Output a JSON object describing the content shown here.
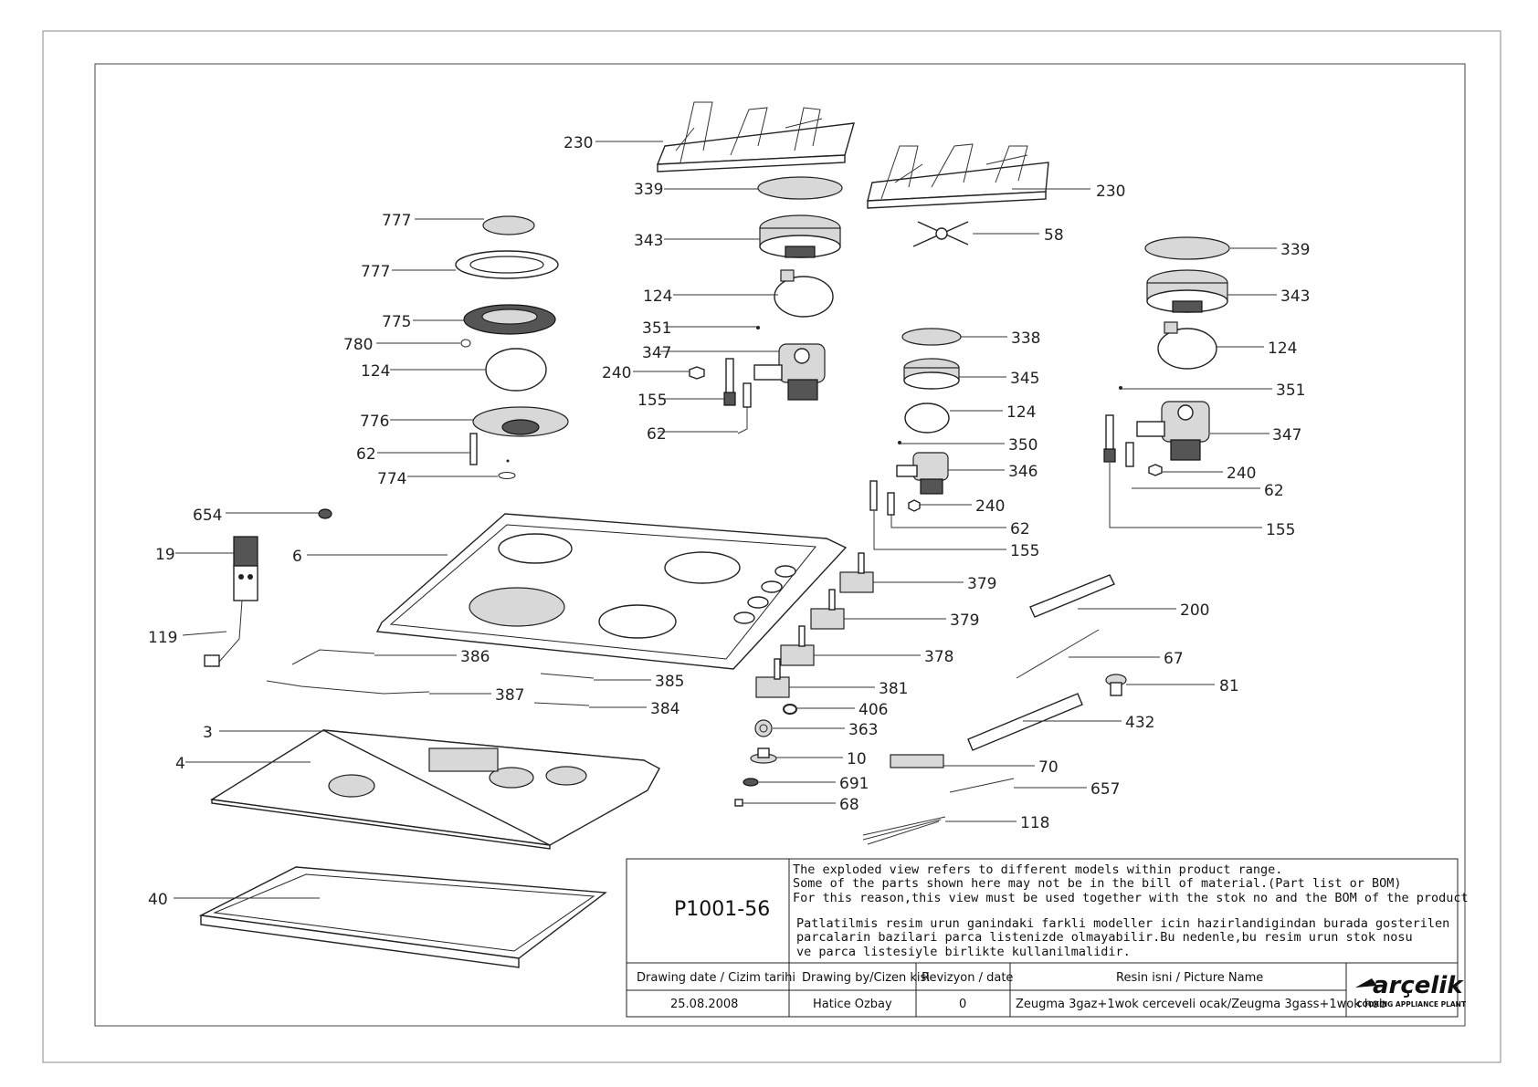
{
  "labels": {
    "g1": "230",
    "g2": "230",
    "c339a": "339",
    "c339b": "339",
    "c343a": "343",
    "c343b": "343",
    "s58": "58",
    "c124a": "124",
    "c124b": "124",
    "c124c": "124",
    "c124d": "124",
    "w351a": "351",
    "w351b": "351",
    "v347a": "347",
    "v347b": "347",
    "n240a": "240",
    "n240b": "240",
    "n240c": "240",
    "e155a": "155",
    "e155b": "155",
    "e155c": "155",
    "t62a": "62",
    "t62b": "62",
    "t62c": "62",
    "t62d": "62",
    "c338": "338",
    "c345": "345",
    "w350": "350",
    "v346": "346",
    "w777a": "777",
    "w777b": "777",
    "w775": "775",
    "w780": "780",
    "w776": "776",
    "w774": "774",
    "p654": "654",
    "p19": "19",
    "p119": "119",
    "p6": "6",
    "k379a": "379",
    "k379b": "379",
    "k378": "378",
    "k381": "381",
    "p200": "200",
    "p67": "67",
    "p81": "81",
    "p432": "432",
    "p70": "70",
    "p657": "657",
    "p118": "118",
    "p386": "386",
    "p387": "387",
    "p385": "385",
    "p384": "384",
    "p406": "406",
    "p363": "363",
    "p10": "10",
    "p691": "691",
    "p68": "68",
    "p3": "3",
    "p4": "4",
    "p40": "40"
  },
  "title_block": {
    "drawing_no": "P1001-56",
    "note_en": [
      "The exploded view refers to different models within product range.",
      "Some of the parts shown here may not be in the bill of material.(Part list or BOM)",
      "For this reason,this view must be used together with the stok no and the BOM of the product"
    ],
    "note_tr": [
      "Patlatilmis resim urun ganindaki farkli modeller icin hazirlandigindan burada gosterilen",
      "parcalarin bazilari parca listenizde olmayabilir.Bu nedenle,bu resim urun stok nosu",
      "ve parca listesiyle birlikte kullanilmalidir."
    ],
    "hdr_date": "Drawing date / Cizim tarihi",
    "hdr_by": "Drawing by/Cizen kisi",
    "hdr_rev": "Revizyon / date",
    "hdr_name": "Resin isni / Picture Name",
    "val_date": "25.08.2008",
    "val_by": "Hatice Ozbay",
    "val_rev": "0",
    "val_name": "Zeugma 3gaz+1wok cerceveli ocak/Zeugma 3gass+1wok hob",
    "brand": "arçelik",
    "brand_sub": "COOKING APPLIANCE PLANT"
  }
}
